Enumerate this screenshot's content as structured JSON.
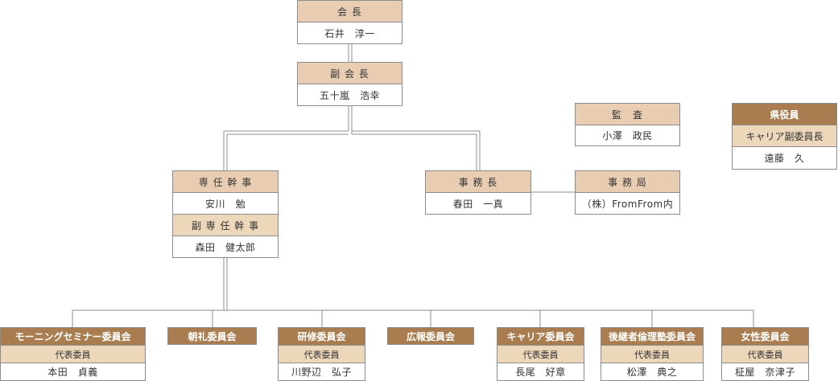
{
  "chairman": {
    "title": "会 長",
    "name": "石井　淳一"
  },
  "vice_chairman": {
    "title": "副 会 長",
    "name": "五十嵐　浩幸"
  },
  "auditor": {
    "title": "監　査",
    "name": "小澤　政民"
  },
  "prefecture_officer": {
    "title": "県役員",
    "role": "キャリア副委員長",
    "name": "遠藤　久"
  },
  "executive_secretary": {
    "title": "専 任 幹 事",
    "name": "安川　勉"
  },
  "vice_executive_secretary": {
    "title": "副 専 任 幹 事",
    "name": "森田　健太郎"
  },
  "secretary_general": {
    "title": "事 務 長",
    "name": "春田　一真"
  },
  "secretariat": {
    "title": "事 務 局",
    "name": "（株）FromFrom内"
  },
  "committees": [
    {
      "title": "モーニングセミナー委員会",
      "role": "代表委員",
      "name": "本田　貞義"
    },
    {
      "title": "朝礼委員会"
    },
    {
      "title": "研修委員会",
      "role": "代表委員",
      "name": "川野辺　弘子"
    },
    {
      "title": "広報委員会"
    },
    {
      "title": "キャリア委員会",
      "role": "代表委員",
      "name": "長尾　好章"
    },
    {
      "title": "後継者倫理塾委員会",
      "role": "代表委員",
      "name": "松澤　典之"
    },
    {
      "title": "女性委員会",
      "role": "代表委員",
      "name": "柾屋　奈津子"
    }
  ]
}
